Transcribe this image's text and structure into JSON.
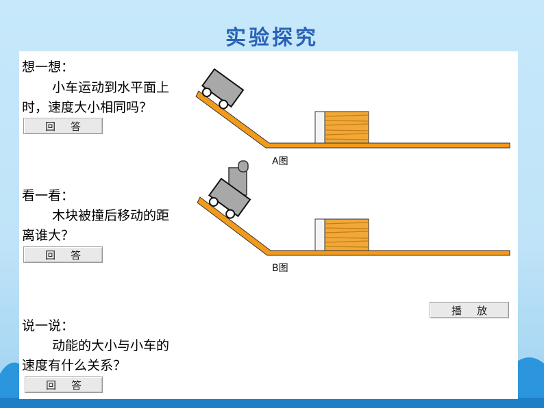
{
  "title": "实验探究",
  "section1": {
    "heading": "想一想：",
    "line1": "小车运动到水平面上",
    "line2": "时，速度大小相同吗？",
    "button": "回答"
  },
  "section2": {
    "heading": "看一看：",
    "line1": "木块被撞后移动的距",
    "line2": "离谁大？",
    "button": "回答"
  },
  "section3": {
    "heading": "说一说：",
    "line1": "动能的大小与小车的",
    "line2": "速度有什么关系？",
    "button": "回答"
  },
  "figures": {
    "a_label": "A图",
    "b_label": "B图"
  },
  "play_button": "播放",
  "colors": {
    "title": "#2a63b6",
    "ramp": "#f29a1b",
    "wave": "#1f8fd9"
  }
}
